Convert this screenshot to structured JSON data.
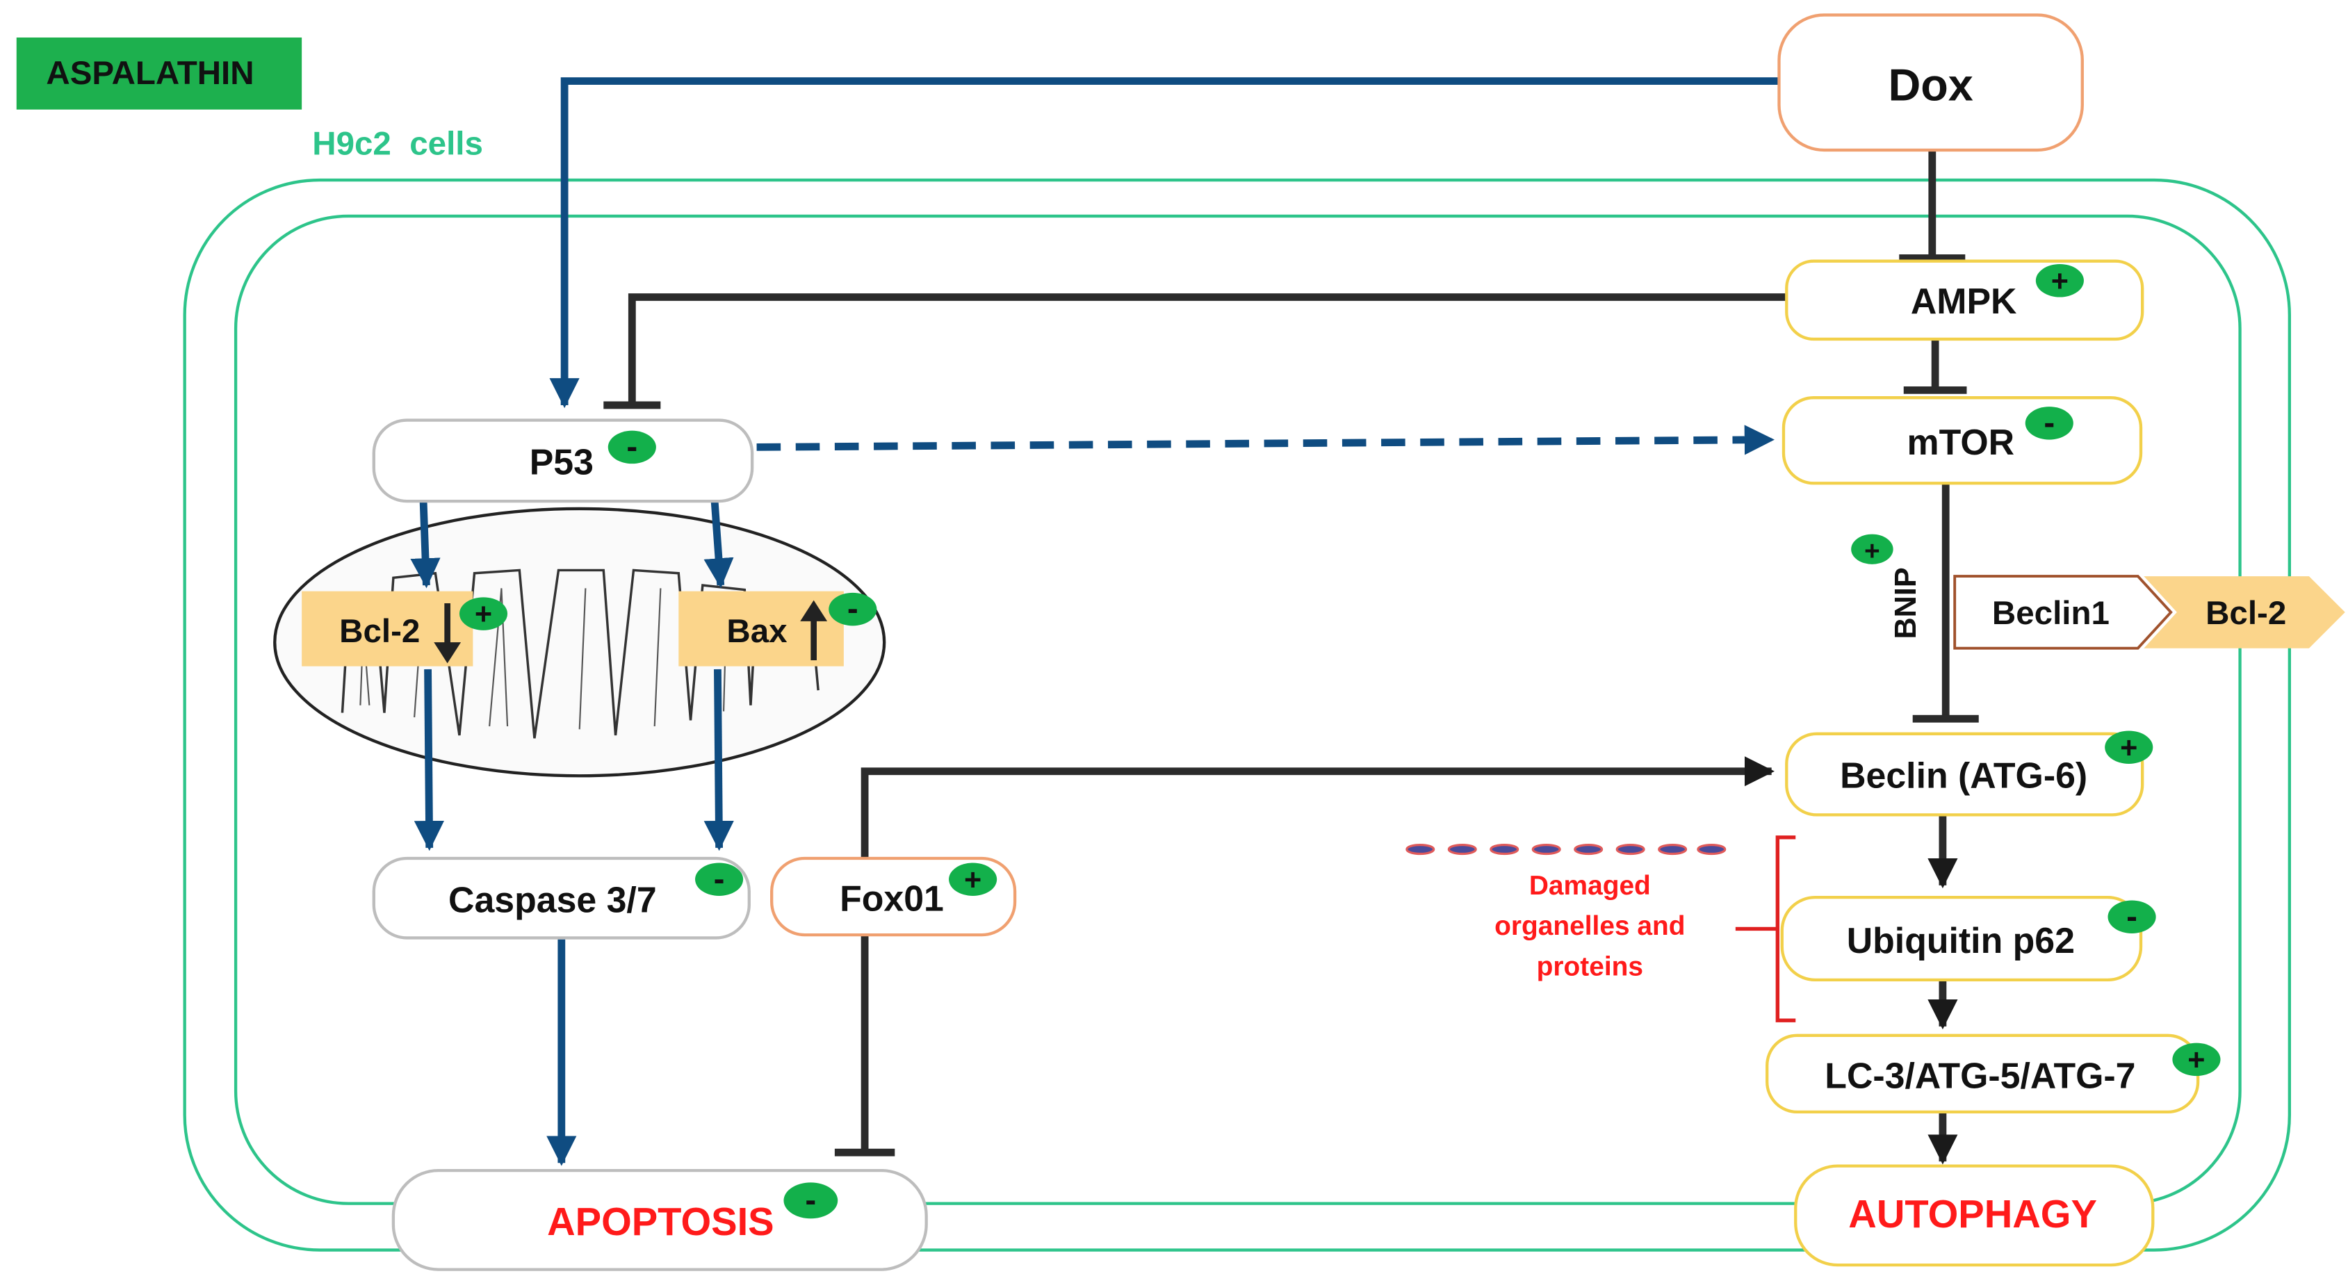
{
  "banner": {
    "label": "ASPALATHIN",
    "color": "#1db04e"
  },
  "cell_label": "H9c2  cells",
  "colors": {
    "membrane": "#2dc48a",
    "blue_arrow": "#0f4c81",
    "black_arrow": "#1a1a1a",
    "yellow_border": "#f2d04a",
    "orange_border": "#f0a070",
    "gray_border": "#bdbdbd",
    "highlight_box": "#fbd58b",
    "badge_green": "#13b04b",
    "red_text": "#ff1a1a"
  },
  "nodes": {
    "dox": "Dox",
    "ampk": "AMPK",
    "mtor": "mTOR",
    "p53": "P53",
    "bcl2": "Bcl-2",
    "bax": "Bax",
    "caspase": "Caspase 3/7",
    "fox01": "Fox01",
    "apoptosis": "APOPTOSIS",
    "beclin_atg6": "Beclin (ATG-6)",
    "ubiquitin": "Ubiquitin p62",
    "lc3": "LC-3/ATG-5/ATG-7",
    "autophagy": "AUTOPHAGY",
    "beclin1": "Beclin1",
    "bcl2_right": "Bcl-2",
    "bnip": "BNIP",
    "damaged": [
      "Damaged",
      "organelles and",
      "proteins"
    ]
  },
  "badges": {
    "ampk": "+",
    "mtor": "-",
    "p53": "-",
    "bcl2": "+",
    "bax": "-",
    "caspase": "-",
    "fox01": "+",
    "apoptosis": "-",
    "beclin_atg6": "+",
    "ubiquitin": "-",
    "lc3": "+",
    "bnip": "+"
  },
  "icons": {
    "bcl2_direction": "arrow-down-icon",
    "bax_direction": "arrow-up-icon"
  }
}
